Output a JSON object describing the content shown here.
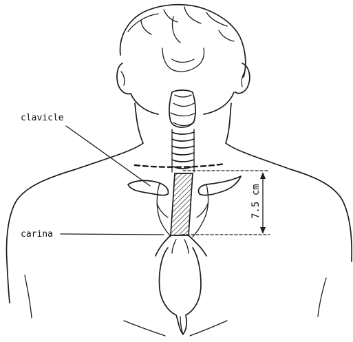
{
  "diagram": {
    "labels": {
      "clavicle": "clavicle",
      "carina": "carina",
      "measurement": "7.5 cm"
    }
  }
}
